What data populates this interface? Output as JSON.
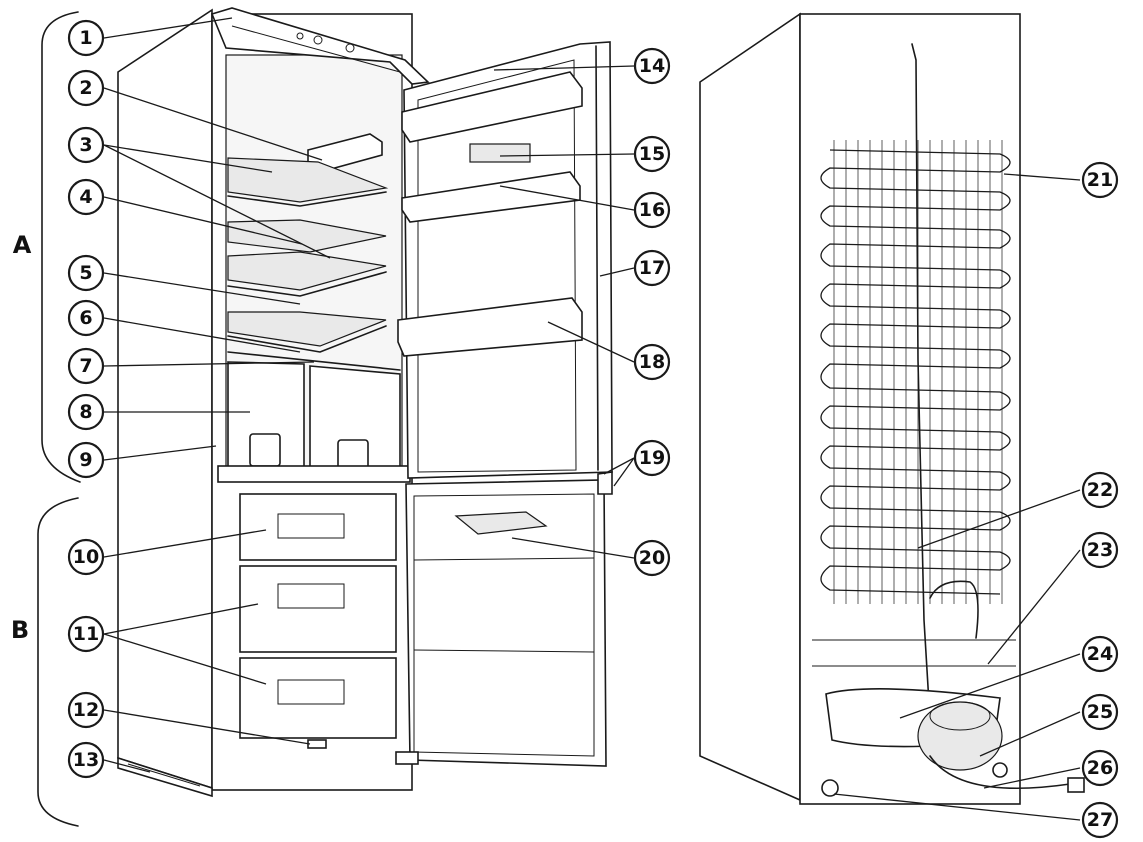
{
  "sections": [
    {
      "key": "a",
      "label": "A"
    },
    {
      "key": "b",
      "label": "B"
    }
  ],
  "callouts": [
    "1",
    "2",
    "3",
    "4",
    "5",
    "6",
    "7",
    "8",
    "9",
    "10",
    "11",
    "12",
    "13",
    "14",
    "15",
    "16",
    "17",
    "18",
    "19",
    "20",
    "21",
    "22",
    "23",
    "24",
    "25",
    "26",
    "27"
  ]
}
